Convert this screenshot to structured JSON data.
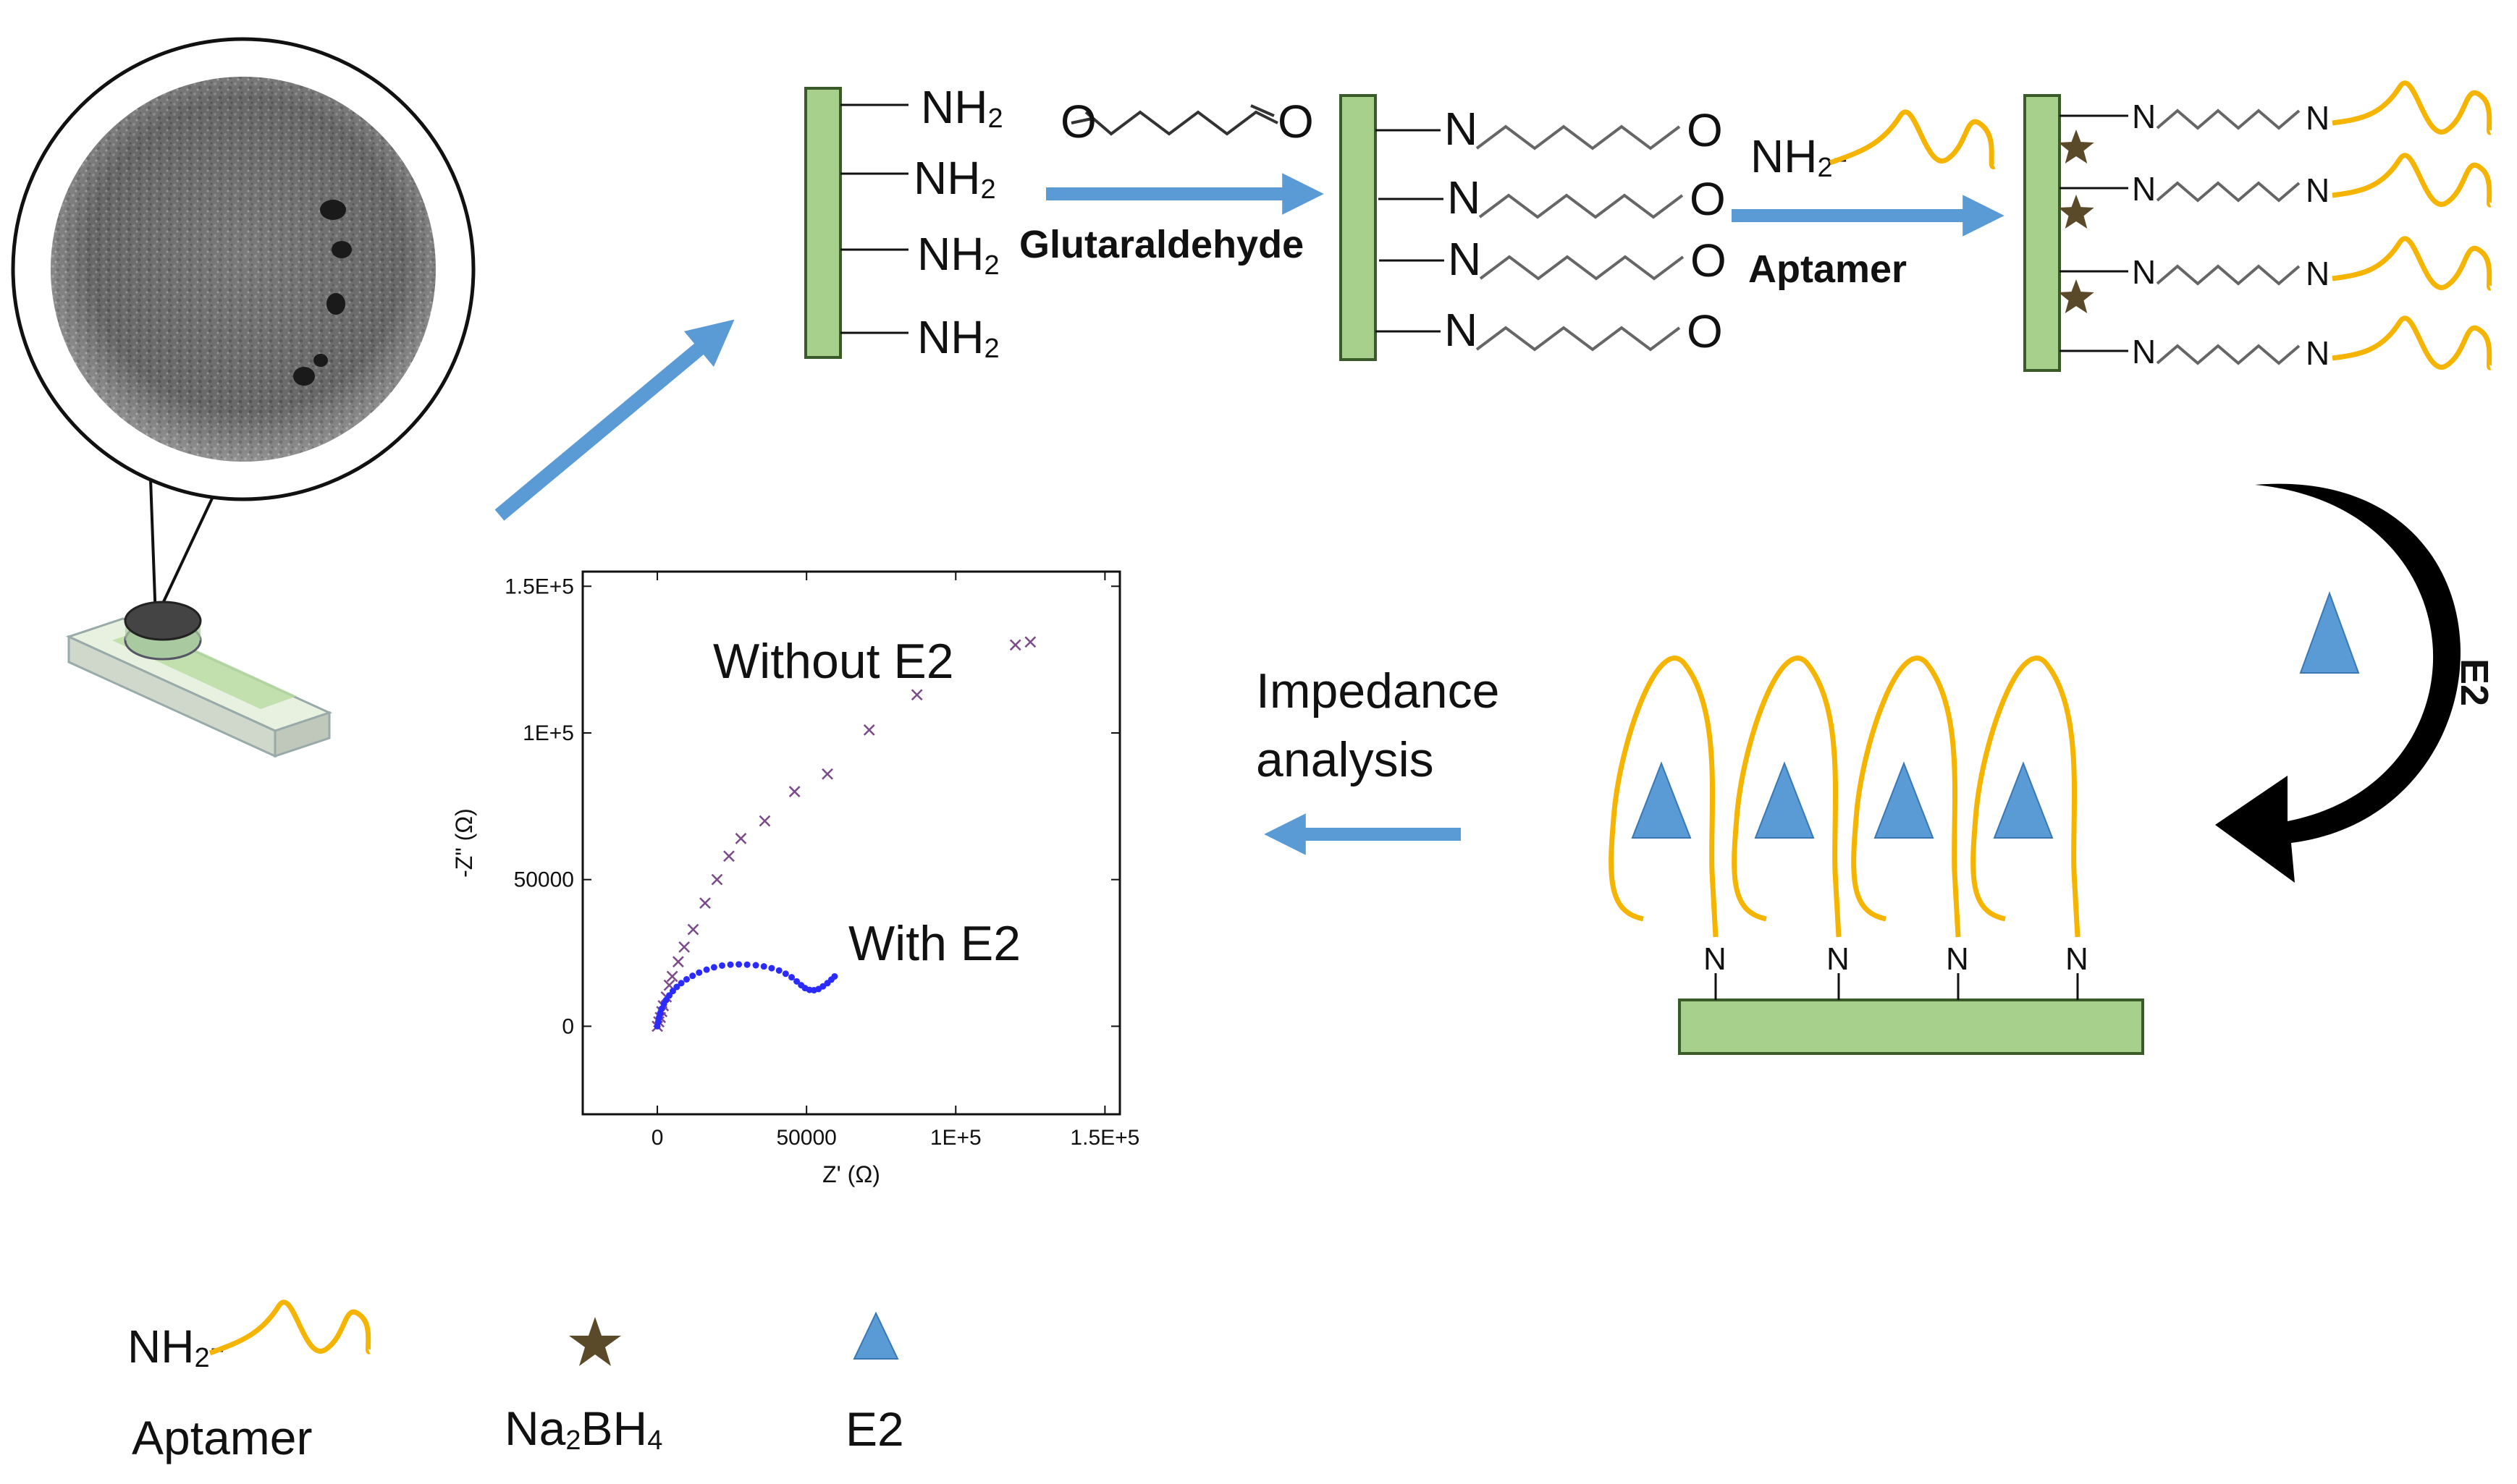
{
  "colors": {
    "surface": "#a8d08d",
    "surface_stroke": "#3a5a2a",
    "arrow": "#5b9bd5",
    "aptamer": "#f4b400",
    "star": "#5b4a2a",
    "triangle": "#5b9bd5",
    "without_series": "#7b4a8a",
    "with_series": "#2b2bff"
  },
  "icons": {
    "sensor": "sensor-chip-icon",
    "micrograph": "micrograph-image",
    "star": "star-icon",
    "triangle": "triangle-icon",
    "aptamer": "aptamer-wave-icon"
  },
  "labels": {
    "nh2": "NH",
    "sub2": "2",
    "glutaraldehyde": "Glutaraldehyde",
    "aptamer_step": "Aptamer",
    "nh2_aptamer": "NH",
    "nh2_aptamer_dash": "-",
    "n": "N",
    "o": "O",
    "e2_step": "E2",
    "impedance_1": "Impedance",
    "impedance_2": "analysis"
  },
  "legend": {
    "aptamer_nh2": "NH",
    "aptamer_sub": "2",
    "aptamer_dash": "-",
    "aptamer_label": "Aptamer",
    "na2bh4_pre": "Na",
    "na2bh4_sub1": "2",
    "na2bh4_mid": "BH",
    "na2bh4_sub2": "4",
    "e2_label": "E2"
  },
  "chart_data": {
    "type": "scatter",
    "xlabel": "Z' (Ω)",
    "ylabel": "-Z\" (Ω)",
    "xlim": [
      -25000,
      155000
    ],
    "ylim": [
      -30000,
      155000
    ],
    "xticks": [
      0,
      50000,
      100000,
      150000
    ],
    "xtick_labels": [
      "0",
      "50000",
      "1E+5",
      "1.5E+5"
    ],
    "yticks": [
      0,
      50000,
      100000,
      150000
    ],
    "ytick_labels": [
      "0",
      "50000",
      "1E+5",
      "1.5E+5"
    ],
    "grid": false,
    "series": [
      {
        "name": "Without E2",
        "marker": "x",
        "points": [
          [
            0,
            0
          ],
          [
            500,
            1500
          ],
          [
            1000,
            3000
          ],
          [
            1500,
            5000
          ],
          [
            2000,
            7000
          ],
          [
            3000,
            10000
          ],
          [
            4000,
            14000
          ],
          [
            5000,
            17000
          ],
          [
            7000,
            22000
          ],
          [
            9000,
            27000
          ],
          [
            12000,
            33000
          ],
          [
            16000,
            42000
          ],
          [
            20000,
            50000
          ],
          [
            24000,
            58000
          ],
          [
            28000,
            64000
          ],
          [
            36000,
            70000
          ],
          [
            46000,
            80000
          ],
          [
            57000,
            86000
          ],
          [
            71000,
            101000
          ],
          [
            87000,
            113000
          ],
          [
            120000,
            130000
          ],
          [
            125000,
            131000
          ]
        ]
      },
      {
        "name": "With E2",
        "marker": "dot",
        "points": [
          [
            0,
            0
          ],
          [
            300,
            1500
          ],
          [
            600,
            3000
          ],
          [
            1000,
            4500
          ],
          [
            1500,
            6000
          ],
          [
            2200,
            7600
          ],
          [
            3000,
            9000
          ],
          [
            4000,
            10500
          ],
          [
            5200,
            12000
          ],
          [
            6500,
            13400
          ],
          [
            8000,
            14700
          ],
          [
            9800,
            16000
          ],
          [
            11800,
            17200
          ],
          [
            14000,
            18300
          ],
          [
            16500,
            19300
          ],
          [
            19000,
            20100
          ],
          [
            21700,
            20700
          ],
          [
            24500,
            21000
          ],
          [
            27300,
            21100
          ],
          [
            30100,
            21000
          ],
          [
            33000,
            20800
          ],
          [
            35700,
            20400
          ],
          [
            38300,
            19800
          ],
          [
            40800,
            19000
          ],
          [
            43000,
            17900
          ],
          [
            45000,
            16700
          ],
          [
            46700,
            15300
          ],
          [
            48200,
            14000
          ],
          [
            49500,
            13000
          ],
          [
            51000,
            12400
          ],
          [
            52500,
            12300
          ],
          [
            54000,
            12700
          ],
          [
            55500,
            13600
          ],
          [
            57000,
            14700
          ],
          [
            58300,
            15900
          ],
          [
            59400,
            17000
          ]
        ]
      }
    ]
  }
}
